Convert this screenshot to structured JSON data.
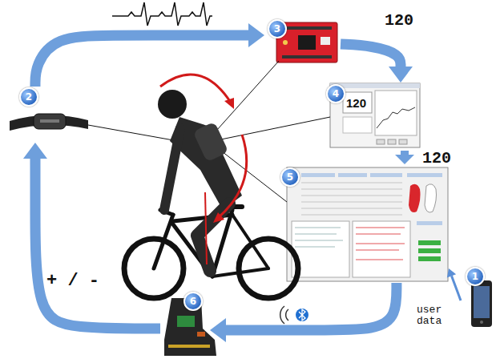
{
  "diagram": {
    "nodes": [
      {
        "text": [
          "1"
        ]
      },
      {
        "text": [
          "2"
        ]
      },
      {
        "text": [
          "3"
        ]
      },
      {
        "text": [
          "4"
        ]
      },
      {
        "text": [
          "5"
        ]
      },
      {
        "text": [
          "6"
        ]
      }
    ],
    "edges": [
      {
        "from": 1,
        "to": 2,
        "arrow": "to"
      },
      {
        "from": 2,
        "to": 3,
        "arrow": "to"
      },
      {
        "from": 3,
        "to": 4,
        "arrow": "to"
      },
      {
        "from": 0,
        "to": 4,
        "arrow": "to"
      },
      {
        "from": 4,
        "to": 5,
        "arrow": "to"
      },
      {
        "from": 5,
        "to": 1,
        "arrow": "to"
      }
    ],
    "labels": [
      "120",
      "120",
      "120",
      "user data",
      "+ / -"
    ]
  }
}
